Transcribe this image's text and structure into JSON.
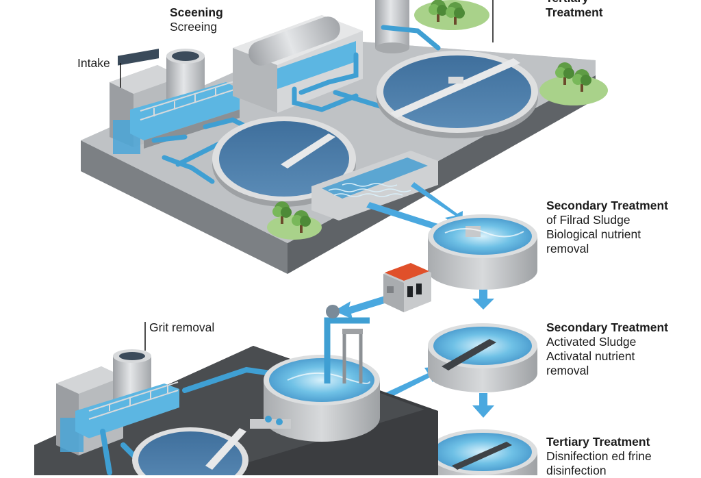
{
  "labels": {
    "screening": {
      "title": "Sceening",
      "sub": "Screeing"
    },
    "tertiary_top": {
      "title_partial": "Tertiary",
      "title": "Treatment"
    },
    "intake": "Intake",
    "secondary_1": {
      "title": "Secondary Treatment",
      "lines": [
        "of Filrad Sludge",
        "Biological nutrient",
        "removal"
      ]
    },
    "grit": "Grit removal",
    "secondary_2": {
      "title": "Secondary Treatment",
      "lines": [
        "Activated Sludge",
        "Activatal nutrient",
        "removal"
      ]
    },
    "tertiary_bottom": {
      "title": "Tertiary Treatment",
      "lines": [
        "Disnifection ed frine",
        "disinfection"
      ]
    }
  },
  "colors": {
    "water": "#4f7ea8",
    "water_light": "#6fb8dc",
    "pipe": "#3f9fd3",
    "arrow": "#4aa8df",
    "concrete": "#b9bcbf",
    "platform": "#7b7f83",
    "tree": "#6aa84f",
    "panel_alert": "#e0502a"
  },
  "icons": [
    "tree-icon",
    "pump-icon",
    "control-panel-icon",
    "flow-arrow-icon"
  ]
}
